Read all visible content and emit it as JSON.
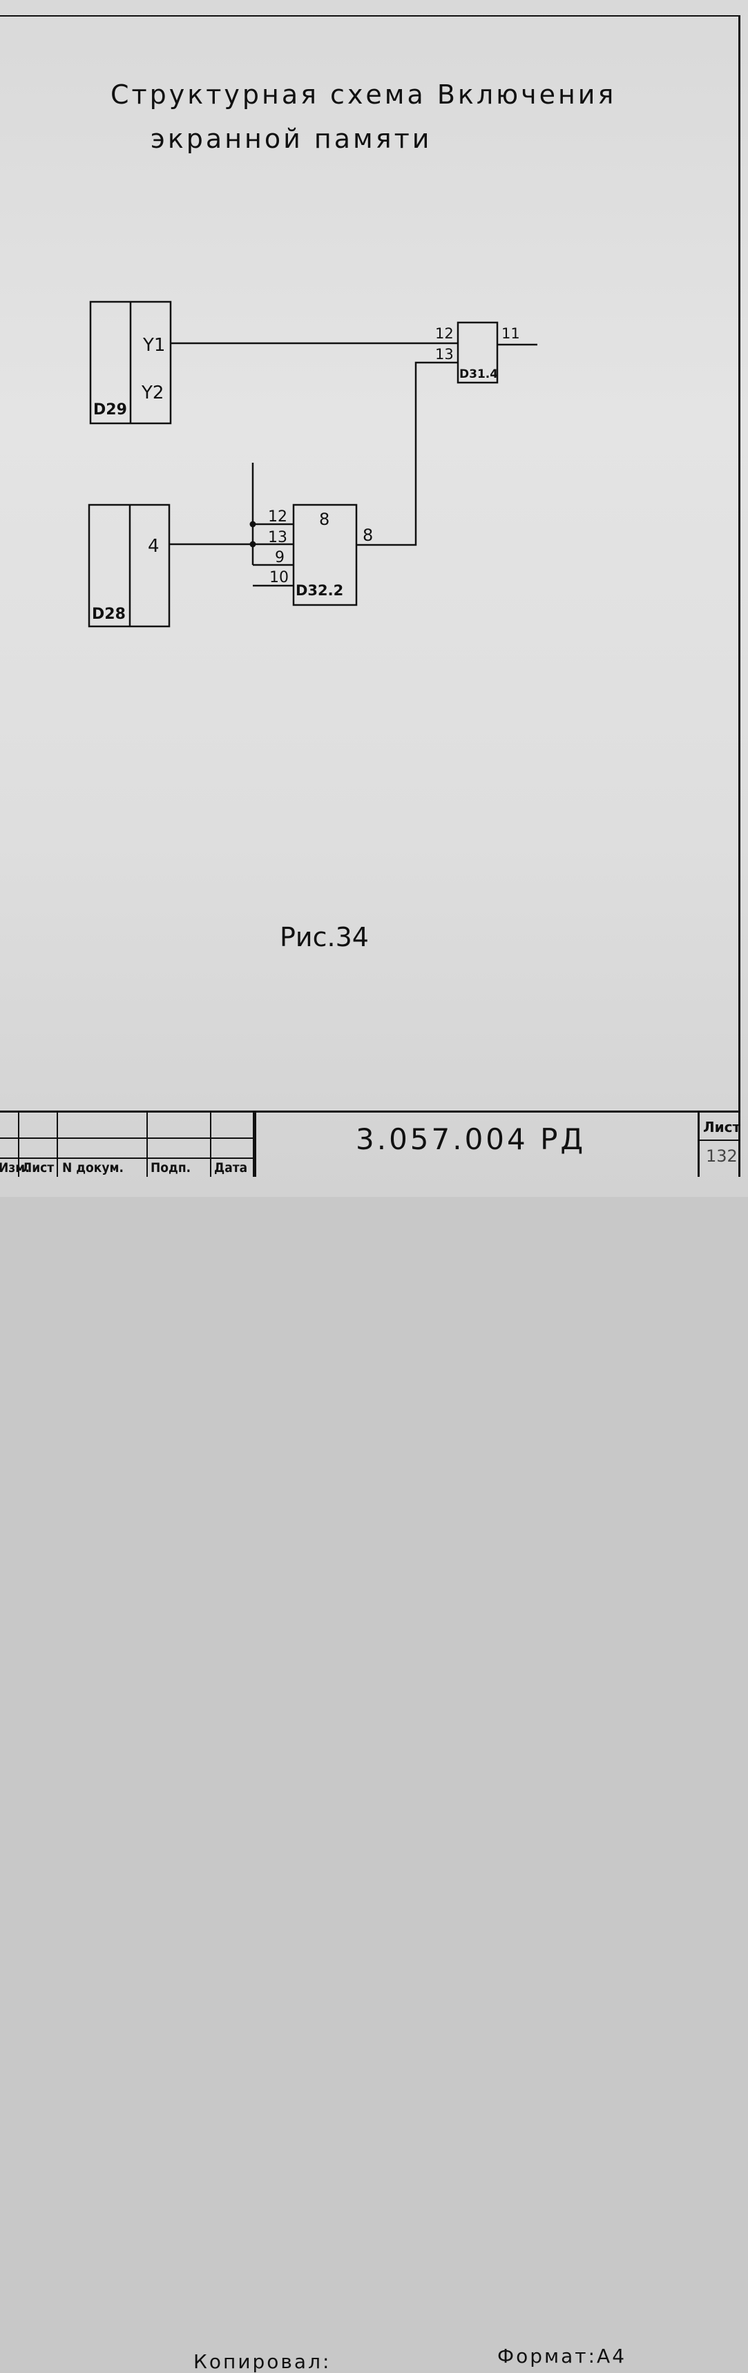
{
  "title": {
    "line1": "Структурная схема Включения",
    "line2": "экранной памяти"
  },
  "blocks": {
    "d29": {
      "name": "D29",
      "pin_y1": "Y1",
      "pin_y2": "Y2"
    },
    "d28": {
      "name": "D28",
      "pin_4": "4"
    },
    "d32": {
      "name": "D32.2",
      "func": "8",
      "in_pins": [
        "12",
        "13",
        "9",
        "10"
      ],
      "out_pin": "8"
    },
    "d31": {
      "name": "D31.4",
      "in_pins": [
        "12",
        "13"
      ],
      "out_pin": "11"
    }
  },
  "caption": "Рис.34",
  "stamp": {
    "headers": [
      "Изм.",
      "Лист",
      "N докум.",
      "Подп.",
      "Дата"
    ],
    "doc_code": "3.057.004 РД",
    "sheet_label": "Лист",
    "sheet_number": "132"
  },
  "footer": {
    "copied": "Копировал:",
    "format": "Формат:А4"
  }
}
